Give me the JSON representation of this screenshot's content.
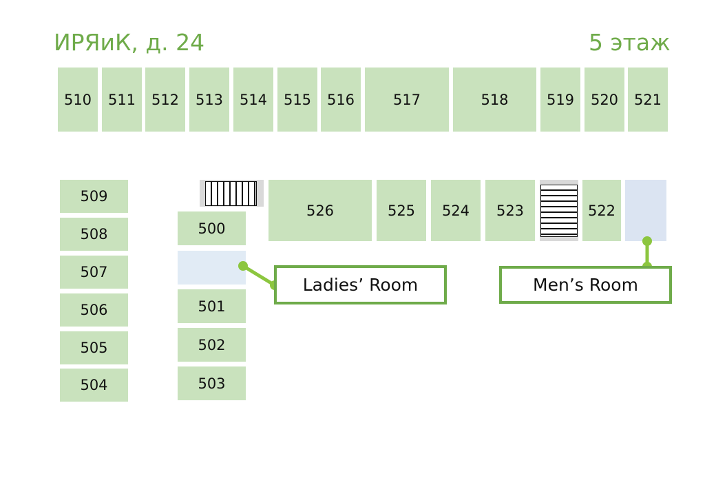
{
  "header": {
    "building": "ИРЯиК, д. 24",
    "floor": "5 этаж"
  },
  "rooms": {
    "r510": "510",
    "r511": "511",
    "r512": "512",
    "r513": "513",
    "r514": "514",
    "r515": "515",
    "r516": "516",
    "r517": "517",
    "r518": "518",
    "r519": "519",
    "r520": "520",
    "r521": "521",
    "r509": "509",
    "r508": "508",
    "r507": "507",
    "r506": "506",
    "r505": "505",
    "r504": "504",
    "r500": "500",
    "r501": "501",
    "r502": "502",
    "r503": "503",
    "r526": "526",
    "r525": "525",
    "r524": "524",
    "r523": "523",
    "r522": "522"
  },
  "restrooms": {
    "ladies": "Ladies’ Room",
    "mens": "Men’s Room"
  },
  "colors": {
    "accent": "#6fab4a",
    "room_fill": "#c9e2bd",
    "restroom_fill": "#dbe4f2",
    "connector": "#8cc63f",
    "stair_fill": "#d9d9d9"
  }
}
